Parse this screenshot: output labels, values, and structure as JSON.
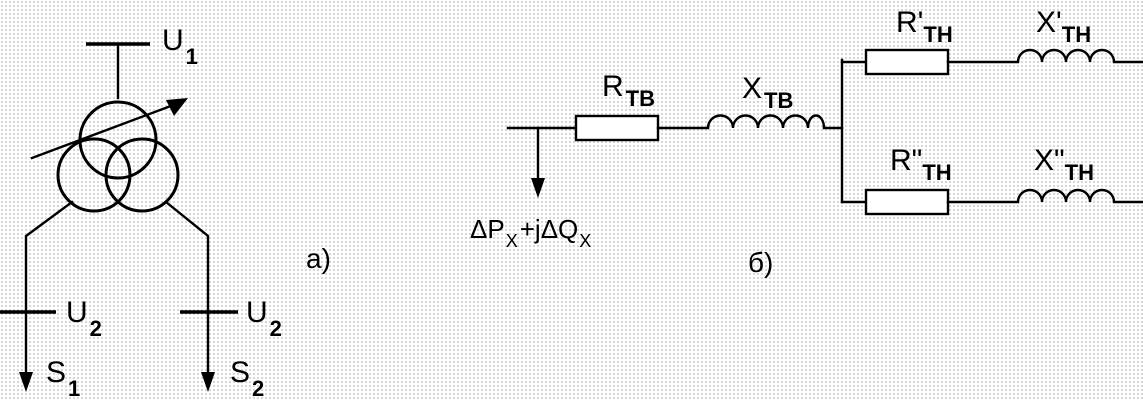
{
  "panel_a": {
    "caption": "а)",
    "u1": {
      "main": "U",
      "sub": "1"
    },
    "u2_left": {
      "main": "U",
      "sub": "2"
    },
    "u2_right": {
      "main": "U",
      "sub": "2"
    },
    "s1": {
      "main": "S",
      "sub": "1"
    },
    "s2": {
      "main": "S",
      "sub": "2"
    }
  },
  "panel_b": {
    "caption": "б)",
    "r_tv": {
      "main": "R",
      "sub": "ТВ"
    },
    "x_tv": {
      "main": "X",
      "sub": "ТВ"
    },
    "r_tn1": {
      "main": "R'",
      "sub": "ТН"
    },
    "x_tn1": {
      "main": "X'",
      "sub": "ТН"
    },
    "r_tn2": {
      "main": "R\"",
      "sub": "ТН"
    },
    "x_tn2": {
      "main": "X\"",
      "sub": "ТН"
    },
    "loss": {
      "p": "ΔP",
      "p_sub": "X",
      "q": "+jΔQ",
      "q_sub": "X"
    }
  }
}
